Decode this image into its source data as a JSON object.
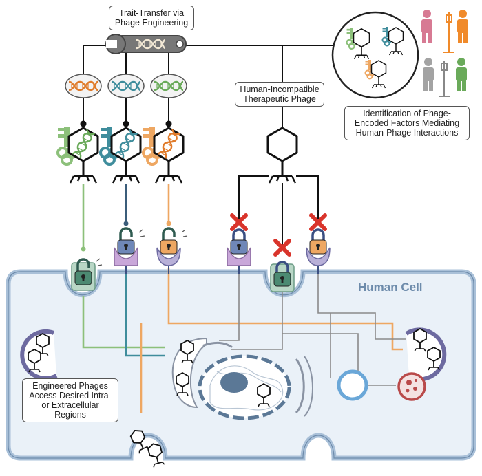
{
  "labels": {
    "trait_transfer": "Trait-Transfer via\nPhage Engineering",
    "human_incompatible": "Human-Incompatible\nTherapeutic Phage",
    "identification": "Identification of Phage-\nEncoded Factors Mediating\nHuman-Phage Interactions",
    "engineered_access": "Engineered Phages\nAccess Desired Intra-\nor Extracellular\nRegions",
    "human_cell": "Human Cell"
  },
  "colors": {
    "green": "#8cc07a",
    "teal": "#3f8d9c",
    "orange": "#eea762",
    "orange_dark": "#e07b2a",
    "navy": "#3b4f82",
    "red": "#d9342b",
    "gray": "#8a8a8a",
    "cell_fill": "#eaf1f8",
    "cell_stroke": "#a9c0d8",
    "nucleus": "#5b7896",
    "lysosome": "#b94a4a",
    "lock_purple": "#c9a7d9",
    "lock_green": "#b9d7c6"
  },
  "icons": [
    "dna-icon",
    "phage-icon",
    "key-icon",
    "lock-icon",
    "unlocked-padlock-icon",
    "red-x-icon",
    "person-icon",
    "iv-pole-icon",
    "wrench-icon"
  ]
}
